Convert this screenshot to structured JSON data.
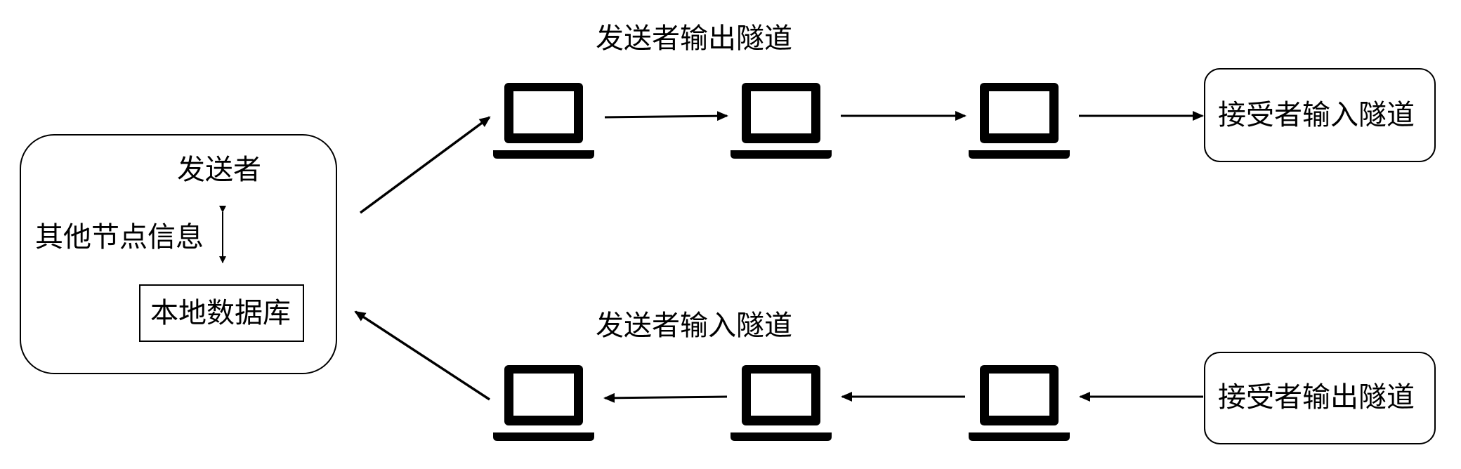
{
  "sender": {
    "title": "发送者",
    "other_nodes_label": "其他节点信息",
    "local_db_label": "本地数据库"
  },
  "top_tunnel": {
    "title": "发送者输出隧道",
    "endpoint_label": "接受者输入隧道"
  },
  "bottom_tunnel": {
    "title": "发送者输入隧道",
    "endpoint_label": "接受者输出隧道"
  },
  "icons": {
    "node": "laptop-icon"
  }
}
